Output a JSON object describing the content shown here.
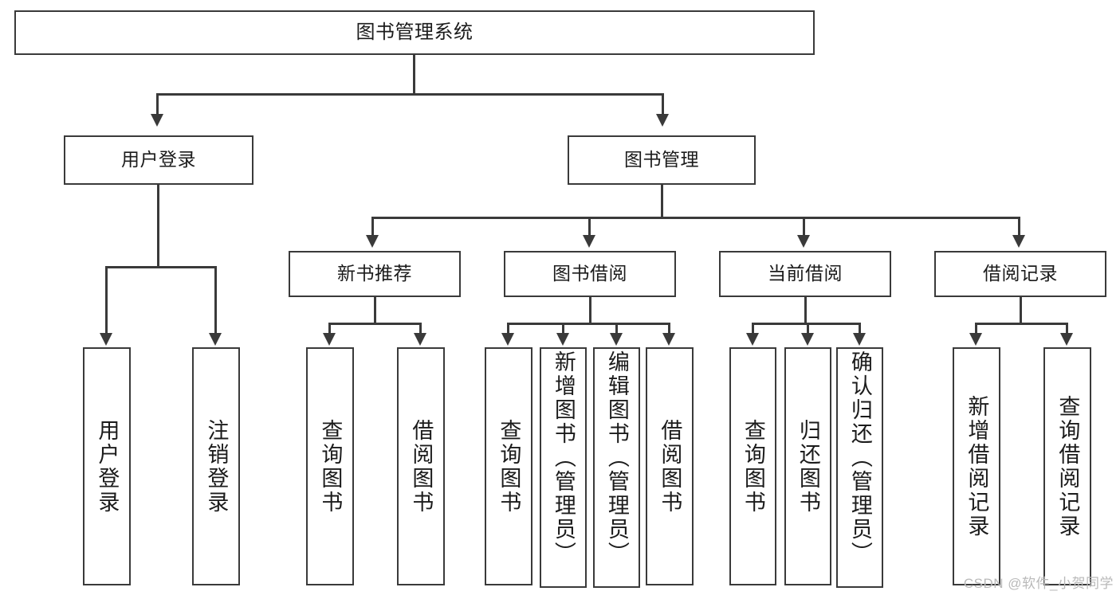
{
  "diagram": {
    "title": "图书管理系统",
    "type": "hierarchy-tree",
    "root": {
      "label": "图书管理系统"
    },
    "level2": [
      {
        "label": "用户登录"
      },
      {
        "label": "图书管理"
      }
    ],
    "level3": [
      {
        "label": "新书推荐"
      },
      {
        "label": "图书借阅"
      },
      {
        "label": "当前借阅"
      },
      {
        "label": "借阅记录"
      }
    ],
    "leaves": {
      "user_login": [
        {
          "label": "用户登录"
        },
        {
          "label": "注销登录"
        }
      ],
      "new_book_recommend": [
        {
          "label": "查询图书"
        },
        {
          "label": "借阅图书"
        }
      ],
      "book_borrow": [
        {
          "label": "查询图书"
        },
        {
          "label": "新增图书（管理员）"
        },
        {
          "label": "编辑图书（管理员）"
        },
        {
          "label": "借阅图书"
        }
      ],
      "current_borrow": [
        {
          "label": "查询图书"
        },
        {
          "label": "归还图书"
        },
        {
          "label": "确认归还（管理员）"
        }
      ],
      "borrow_record": [
        {
          "label": "新增借阅记录"
        },
        {
          "label": "查询借阅记录"
        }
      ]
    }
  },
  "watermark": {
    "text": "CSDN @软件_小贺同学"
  },
  "colors": {
    "stroke": "#3a3a3a",
    "background": "#ffffff",
    "text": "#1b1b1b",
    "watermark": "#b9b9b9"
  }
}
